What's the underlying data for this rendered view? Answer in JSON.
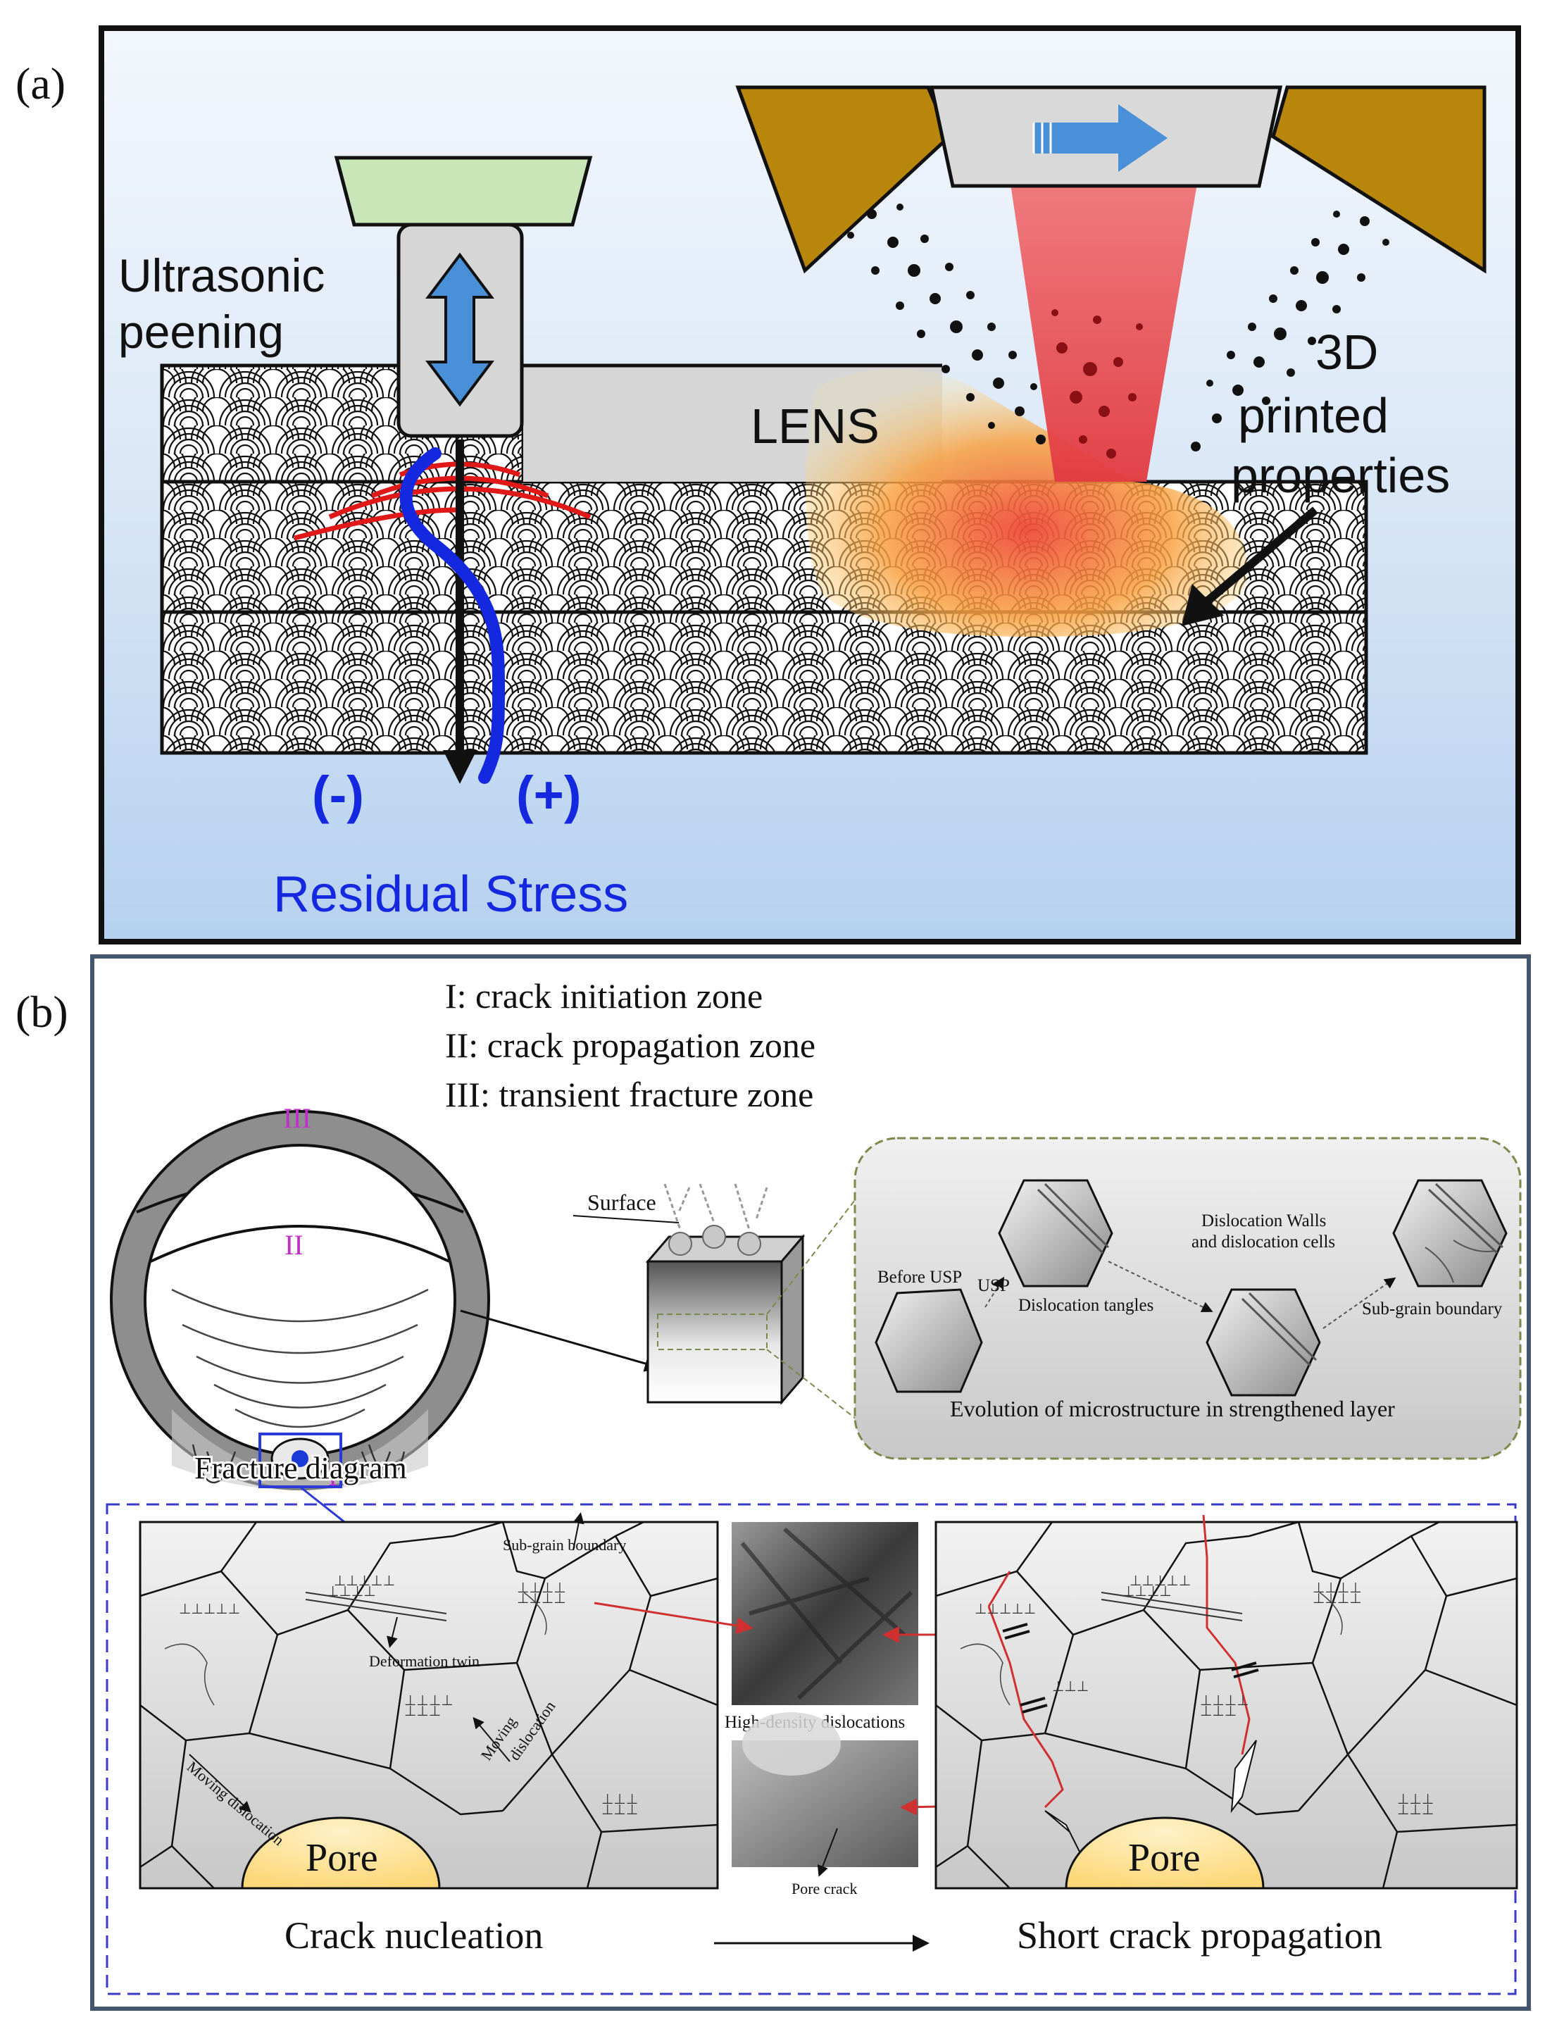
{
  "panel_a": {
    "label": "(a)",
    "ultrasonic_label_1": "Ultrasonic",
    "ultrasonic_label_2": "peening",
    "lens_label": "LENS",
    "printed_1": "3D",
    "printed_2": "printed",
    "printed_3": "properties",
    "minus": "(-)",
    "plus": "(+)",
    "residual_stress": "Residual Stress",
    "colors": {
      "stress_blue": "#1428e0",
      "laser_red": "#e8343a",
      "nozzle_gold": "#b8860b",
      "horn_green": "#c8e6b8"
    }
  },
  "panel_b": {
    "label": "(b)",
    "zones": [
      "I: crack initiation zone",
      "II: crack propagation zone",
      "III: transient fracture zone"
    ],
    "zone_marks": {
      "iii": "III",
      "ii": "II",
      "i": "I"
    },
    "fracture_diagram": "Fracture diagram",
    "surface": "Surface",
    "micro": {
      "before_usp": "Before USP",
      "usp": "USP",
      "tangles": "Dislocation tangles",
      "walls_1": "Dislocation Walls",
      "walls_2": "and dislocation cells",
      "subgrain": "Sub-grain boundary",
      "caption": "Evolution of microstructure in strengthened layer"
    },
    "left_grain": {
      "subgrain": "Sub-grain boundary",
      "twin": "Deformation twin",
      "moving1": "Moving dislocation",
      "moving2_a": "Moving",
      "moving2_b": "dislocation",
      "pore": "Pore"
    },
    "images": {
      "hd": "High-density dislocations",
      "pore_crack": "Pore crack"
    },
    "right_grain": {
      "pore": "Pore"
    },
    "crack_nucleation": "Crack nucleation",
    "short_crack": "Short crack propagation",
    "colors": {
      "zone_magenta": "#c030c8",
      "pore_yellow": "#fde39a",
      "crack_red": "#d03030",
      "dash_blue": "#3a3ac8"
    }
  }
}
